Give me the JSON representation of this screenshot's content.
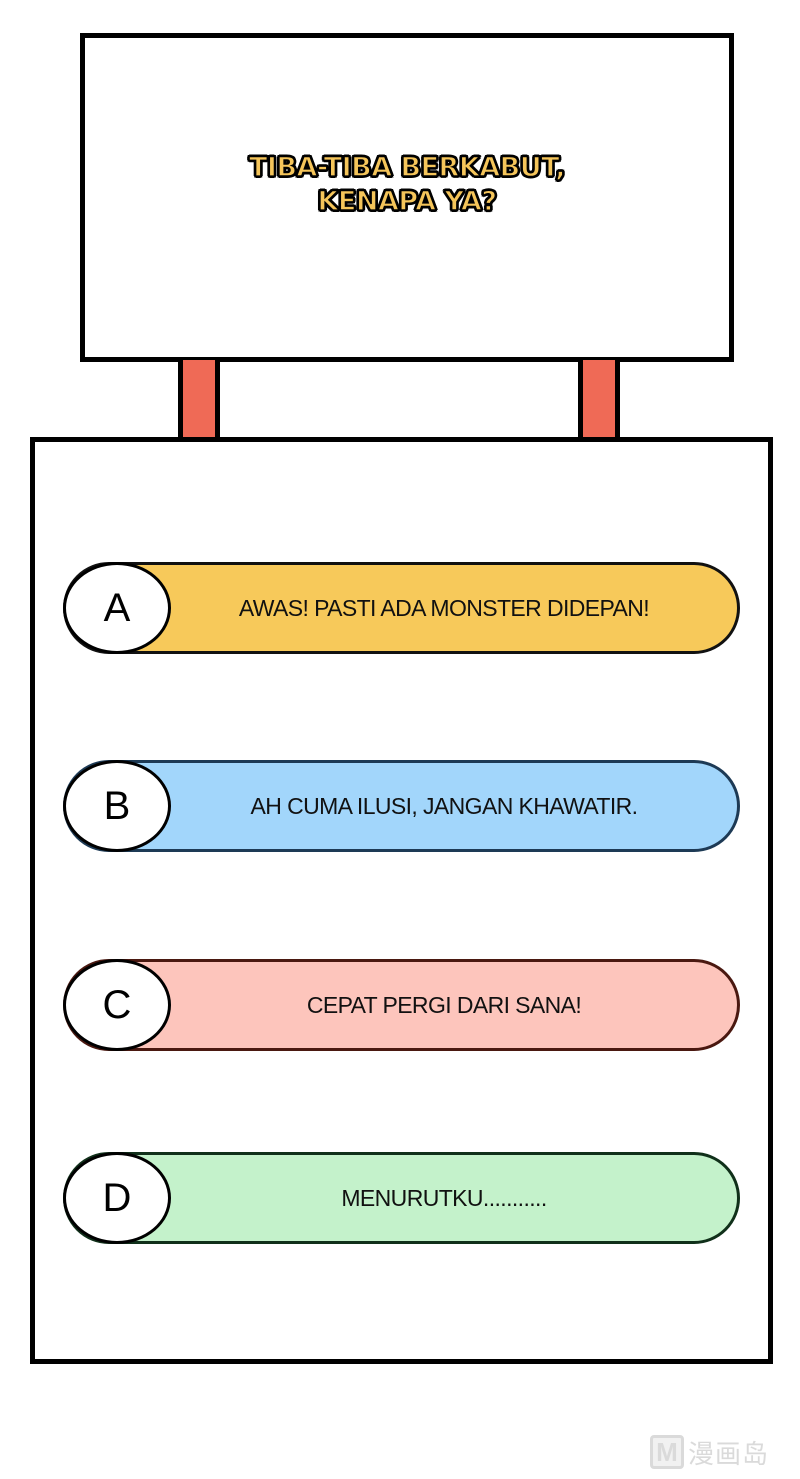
{
  "sign": {
    "title": "TIBA-TIBA BERKABUT,\nKENAPA YA?",
    "title_color": "#f5c55a",
    "post_color": "#ef6a56"
  },
  "options": [
    {
      "letter": "A",
      "text": "AWAS! PASTI ADA MONSTER DIDEPAN!",
      "color": "#f7c95a"
    },
    {
      "letter": "B",
      "text": "AH CUMA ILUSI, JANGAN KHAWATIR.",
      "color": "#a2d6fb"
    },
    {
      "letter": "C",
      "text": "CEPAT PERGI DARI SANA!",
      "color": "#fdc5bc"
    },
    {
      "letter": "D",
      "text": "MENURUTKU...........",
      "color": "#c4f2cb"
    }
  ],
  "watermark": {
    "logo_letter": "M",
    "text": "漫画岛"
  }
}
